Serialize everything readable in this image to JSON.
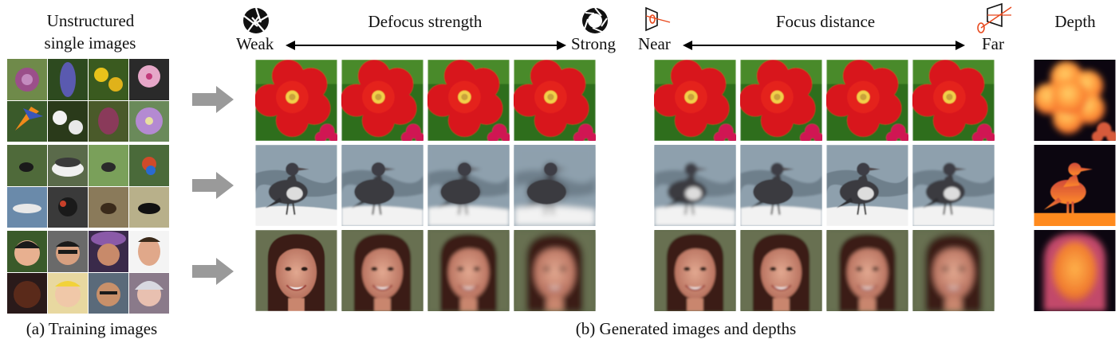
{
  "left_column": {
    "header_line1": "Unstructured",
    "header_line2": "single images",
    "caption": "(a) Training images"
  },
  "defocus": {
    "title": "Defocus strength",
    "weak_label": "Weak",
    "strong_label": "Strong",
    "weak_icon": "aperture-wide-icon",
    "strong_icon": "aperture-narrow-icon"
  },
  "focus": {
    "title": "Focus distance",
    "near_label": "Near",
    "far_label": "Far",
    "near_icon": "camera-near-focus-icon",
    "far_icon": "camera-far-focus-icon",
    "icon_color": "#e8481c"
  },
  "depth_column": {
    "header": "Depth"
  },
  "rows": [
    {
      "subject": "flower"
    },
    {
      "subject": "bird"
    },
    {
      "subject": "face"
    }
  ],
  "caption_b": "(b) Generated images and depths"
}
